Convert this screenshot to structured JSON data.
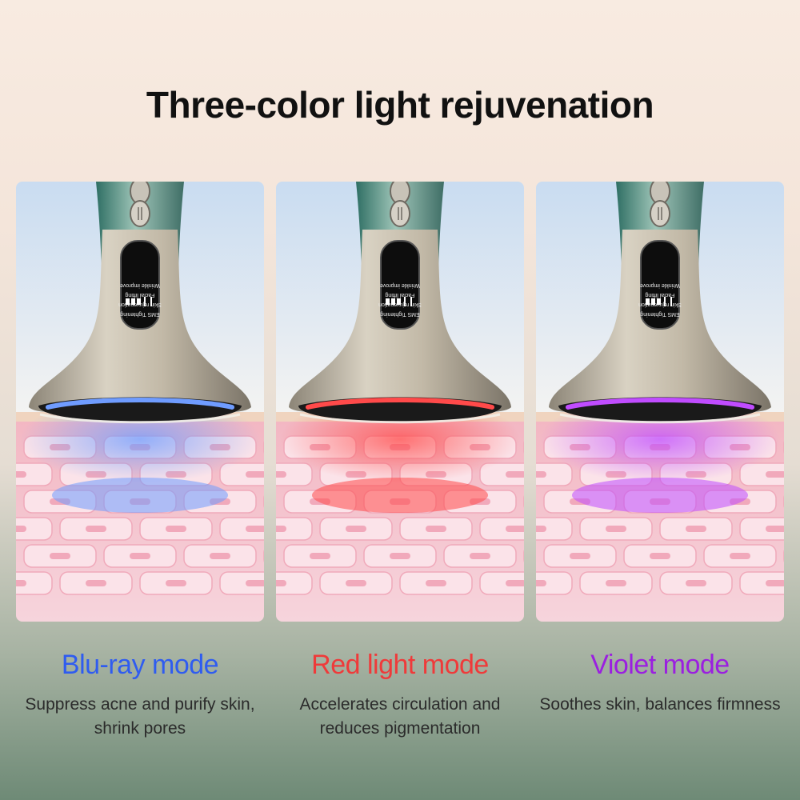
{
  "headline": "Three-color light rejuvenation",
  "device_screen": {
    "line1": "EMS Tightening",
    "line2": "Skin rejuvenation",
    "line3": "Facial lifting",
    "line4": "Wrinkle improve"
  },
  "modes": [
    {
      "title": "Blu-ray mode",
      "description": "Suppress acne and purify skin, shrink pores",
      "color": "#2f5cf0",
      "light": "#6f9cff"
    },
    {
      "title": "Red light mode",
      "description": "Accelerates circulation and reduces pigmentation",
      "color": "#ef3a3a",
      "light": "#ff4a4a"
    },
    {
      "title": "Violet mode",
      "description": "Soothes skin, balances firmness",
      "color": "#9b1fe0",
      "light": "#c04cff"
    }
  ]
}
